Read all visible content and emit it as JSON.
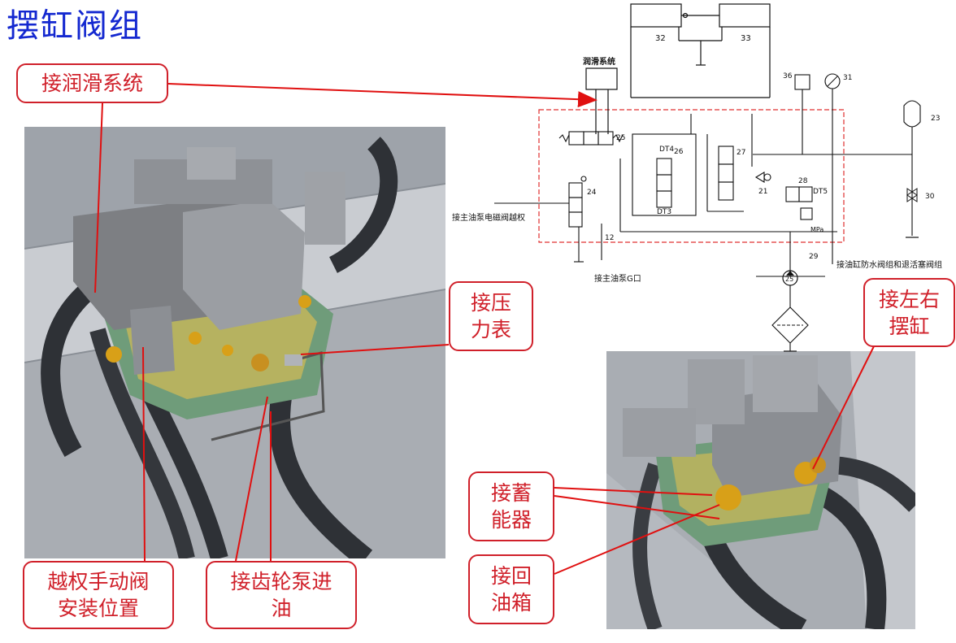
{
  "title": "摆缸阀组",
  "callouts": {
    "lube": "接润滑系统",
    "gauge_1": "接压",
    "gauge_2": "力表",
    "swing_1": "接左右",
    "swing_2": "摆缸",
    "manual_1": "越权手动阀",
    "manual_2": "安装位置",
    "pump_1": "接齿轮泵进",
    "pump_2": "油",
    "accum_1": "接蓄",
    "accum_2": "能器",
    "tank_1": "接回",
    "tank_2": "油箱"
  },
  "schematic": {
    "lube_system": "润滑系统",
    "main_pump_valve": "接主油泵电磁阀越权",
    "main_pump_g": "接主油泵G口",
    "cylinder_group": "接油缸防水阀组和退活塞阀组",
    "dt4": "DT4",
    "dt3": "DT3",
    "dt5": "DT5",
    "mpa": "MPa",
    "num_32": "32",
    "num_33": "33",
    "num_36": "36",
    "num_31": "31",
    "num_23": "23",
    "num_25a": "25",
    "num_26": "26",
    "num_27": "27",
    "num_24": "24",
    "num_21": "21",
    "num_28": "28",
    "num_30": "30",
    "num_29": "29",
    "num_25b": "25",
    "num_12": "12"
  },
  "colors": {
    "title": "#1428d0",
    "callout": "#d0202a",
    "leader": "#e01010",
    "schematic_frame": "#e03030"
  }
}
